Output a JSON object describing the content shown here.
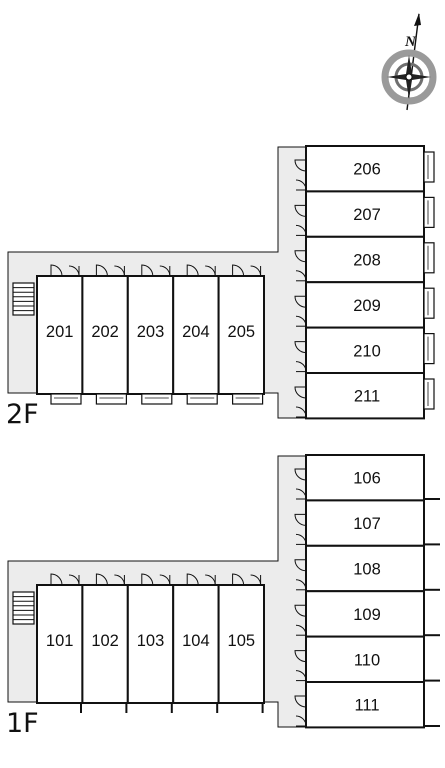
{
  "compass": {
    "north_label": "N"
  },
  "colors": {
    "corridor_fill": "#ececec",
    "line": "#111111",
    "room_fill": "#ffffff"
  },
  "floors": [
    {
      "label": "2F",
      "west_rooms": [
        "201",
        "202",
        "203",
        "204",
        "205"
      ],
      "east_rooms": [
        "206",
        "207",
        "208",
        "209",
        "210",
        "211"
      ],
      "balcony_type": "box"
    },
    {
      "label": "1F",
      "west_rooms": [
        "101",
        "102",
        "103",
        "104",
        "105"
      ],
      "east_rooms": [
        "106",
        "107",
        "108",
        "109",
        "110",
        "111"
      ],
      "balcony_type": "tick"
    }
  ]
}
